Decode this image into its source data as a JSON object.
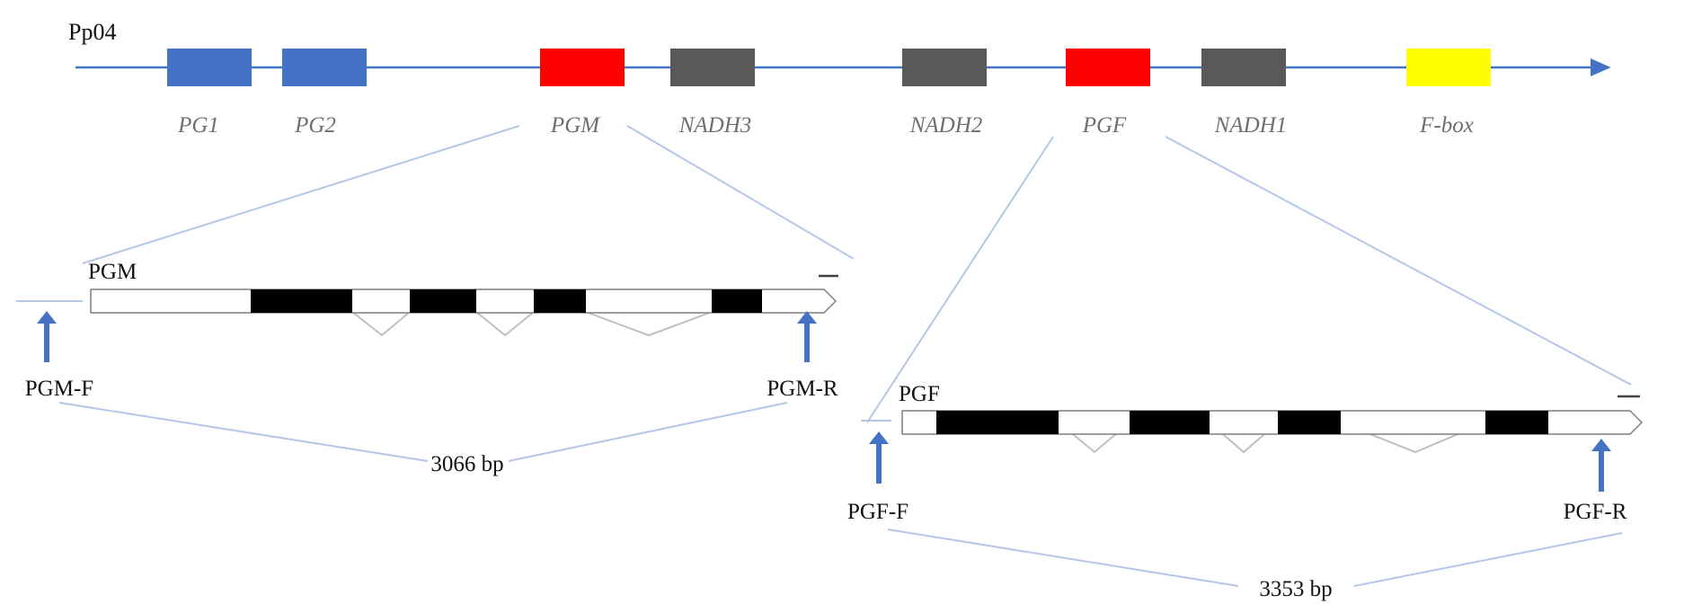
{
  "chromosome": {
    "label": "Pp04",
    "line_color": "#4472c4",
    "genes": [
      {
        "name": "PG1",
        "color": "#4472c4"
      },
      {
        "name": "PG2",
        "color": "#4472c4"
      },
      {
        "name": "PGM",
        "color": "#ff0000"
      },
      {
        "name": "NADH3",
        "color": "#595959"
      },
      {
        "name": "NADH2",
        "color": "#595959"
      },
      {
        "name": "PGF",
        "color": "#ff0000"
      },
      {
        "name": "NADH1",
        "color": "#595959"
      },
      {
        "name": "F-box",
        "color": "#ffff00"
      }
    ]
  },
  "pgm": {
    "title": "PGM",
    "primer_forward": "PGM-F",
    "primer_reverse": "PGM-R",
    "amplicon_size": "3066 bp"
  },
  "pgf": {
    "title": "PGF",
    "primer_forward": "PGF-F",
    "primer_reverse": "PGF-R",
    "amplicon_size": "3353 bp"
  },
  "colors": {
    "exon": "#000000",
    "intron": "#bfbfbf",
    "zoom_line": "#b4c7e7",
    "primer_arrow": "#4472c4"
  }
}
